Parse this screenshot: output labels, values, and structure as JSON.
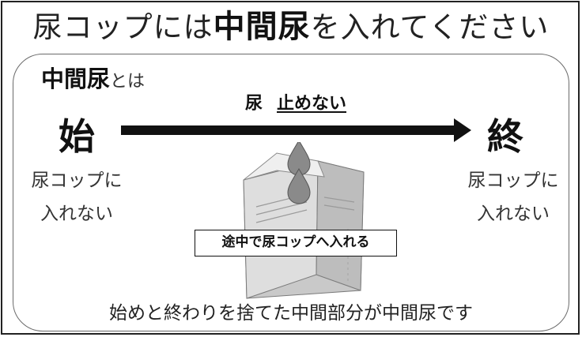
{
  "headline": {
    "prefix": "尿コップには",
    "emphasis": "中間尿",
    "suffix": "を入れてください"
  },
  "definition_heading": {
    "term": "中間尿",
    "particle": "とは"
  },
  "flow": {
    "start_label": "始",
    "end_label": "終",
    "arrow_label_lead": "尿",
    "arrow_label_emphasis": "止めない"
  },
  "start_note": {
    "line1": "尿コップに",
    "line2": "入れない"
  },
  "end_note": {
    "line1": "尿コップに",
    "line2": "入れない"
  },
  "callout": {
    "text": "途中で尿コップへ入れる"
  },
  "summary": {
    "text": "始めと終わりを捨てた中間部分が中間尿です"
  },
  "illustration": {
    "cup_icon": "urine-cup-icon",
    "drop_icon": "droplet-icon",
    "drop_count": 2
  },
  "colors": {
    "text": "#111111",
    "arrow": "#111111",
    "panel_border": "#6a6a6a",
    "drop_fill": "#8a8a8a",
    "cup_fill": "#d9d9d9"
  }
}
